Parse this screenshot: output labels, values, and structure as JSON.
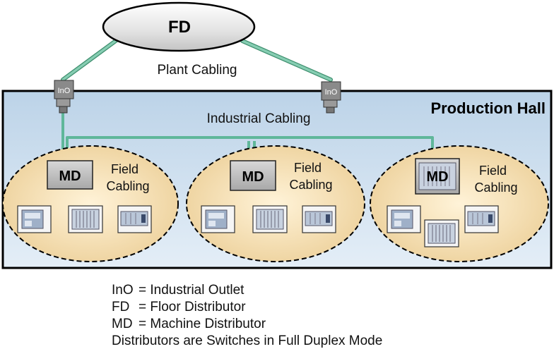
{
  "labels": {
    "fd": "FD",
    "plant_cabling": "Plant Cabling",
    "outlet_left": "InO",
    "outlet_right": "InO",
    "production_hall": "Production Hall",
    "industrial_cabling": "Industrial Cabling",
    "md_1": "MD",
    "md_2": "MD",
    "md_3": "MD",
    "field_cabling_1": [
      "Field",
      "Cabling"
    ],
    "field_cabling_2": [
      "Field",
      "Cabling"
    ],
    "field_cabling_3": [
      "Field",
      "Cabling"
    ]
  },
  "legend": {
    "items": [
      {
        "abbr": "InO",
        "desc": "= Industrial Outlet"
      },
      {
        "abbr": "FD",
        "desc": "= Floor Distributor"
      },
      {
        "abbr": "MD",
        "desc": "= Machine Distributor"
      }
    ],
    "note": "Distributors are Switches in Full Duplex Mode"
  },
  "colors": {
    "cable": "#5fb79a",
    "hall_fill": "#cfe0ef",
    "zone_fill": "#f2dbb0",
    "md_fill": "#bfbfbf",
    "device_fill": "#dfe6f0"
  }
}
